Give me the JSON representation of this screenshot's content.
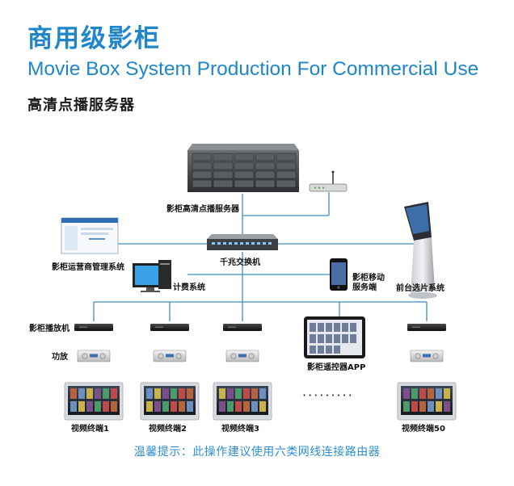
{
  "header": {
    "title_cn": "商用级影柜",
    "title_en": "Movie Box System Production For Commercial Use",
    "subtitle": "高清点播服务器"
  },
  "nodes": {
    "vod_server": "影柜高清点播服务器",
    "mgmt_system": "影柜运营商管理系统",
    "switch": "千兆交换机",
    "billing": "计费系统",
    "mobile": "影柜移动\n服务端",
    "kiosk": "前台选片系统",
    "player": "影柜播放机",
    "amplifier": "功放",
    "remote_app": "影柜遥控器APP",
    "terminal_1": "视频终端1",
    "terminal_2": "视频终端2",
    "terminal_3": "视频终端3",
    "terminal_50": "视频终端50",
    "ellipsis": "·········"
  },
  "footer": "温馨提示：此操作建议使用六类网线连接路由器",
  "colors": {
    "accent": "#1f86c9",
    "line": "#3a8fc4",
    "footer": "#2f8fd0"
  }
}
